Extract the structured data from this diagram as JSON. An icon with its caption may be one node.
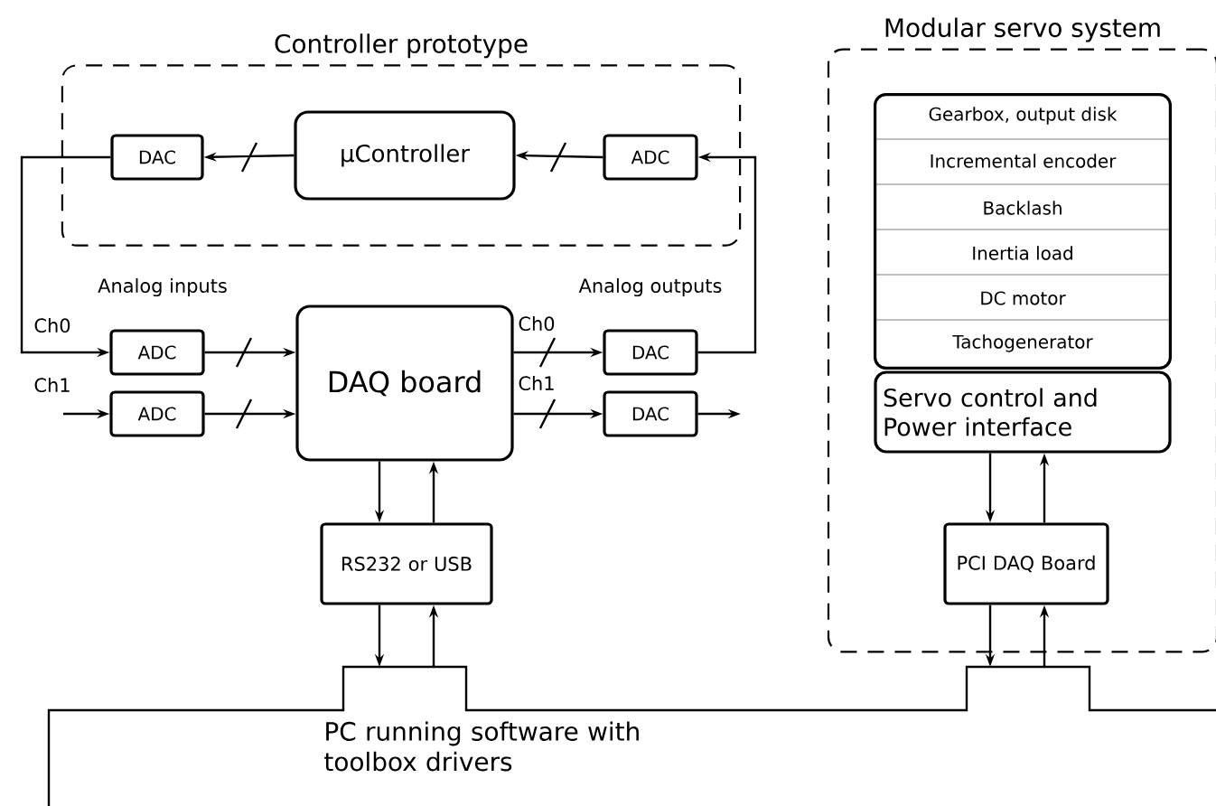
{
  "diagram": {
    "nodes": [
      {
        "text": [
          "Controller prototype"
        ]
      },
      {
        "text": [
          "DAC"
        ],
        "in": 0
      },
      {
        "text": [
          "µController"
        ],
        "in": 0
      },
      {
        "text": [
          "ADC"
        ],
        "in": 0
      },
      {
        "text": [
          "ADC"
        ]
      },
      {
        "text": [
          "ADC"
        ]
      },
      {
        "text": [
          "DAQ board"
        ]
      },
      {
        "text": [
          "DAC"
        ]
      },
      {
        "text": [
          "DAC"
        ]
      },
      {
        "text": [
          "RS232 or USB"
        ]
      },
      {
        "text": [
          "Modular servo system"
        ]
      },
      {
        "text": [],
        "shape": "box",
        "in": 10
      },
      {
        "text": [
          "Gearbox, output disk"
        ],
        "in": 11
      },
      {
        "text": [
          "Incremental encoder"
        ],
        "in": 11
      },
      {
        "text": [
          "Backlash"
        ],
        "in": 11
      },
      {
        "text": [
          "Inertia load"
        ],
        "in": 11
      },
      {
        "text": [
          "DC motor"
        ],
        "in": 11
      },
      {
        "text": [
          "Tachogenerator"
        ],
        "in": 11
      },
      {
        "text": [
          "Servo control and Power interface"
        ],
        "in": 10
      },
      {
        "text": [
          "PCI DAQ Board"
        ],
        "in": 10
      },
      {
        "text": [
          "PC running software with toolbox drivers"
        ]
      }
    ],
    "edges": [
      {
        "from": 2,
        "to": 1,
        "arrow": "to"
      },
      {
        "from": 3,
        "to": 2,
        "arrow": "to"
      },
      {
        "from": 7,
        "to": 3,
        "arrow": "to"
      },
      {
        "from": 1,
        "to": 4,
        "arrow": "to"
      },
      {
        "from": null,
        "to": 5,
        "arrow": "to"
      },
      {
        "from": 4,
        "to": 6,
        "arrow": "to"
      },
      {
        "from": 5,
        "to": 6,
        "arrow": "to"
      },
      {
        "from": 6,
        "to": 7,
        "arrow": "to"
      },
      {
        "from": 6,
        "to": 8,
        "arrow": "to"
      },
      {
        "from": 8,
        "to": null,
        "arrow": "to"
      },
      {
        "from": 6,
        "to": 9,
        "arrow": "to"
      },
      {
        "from": 9,
        "to": 6,
        "arrow": "to"
      },
      {
        "from": 9,
        "to": 20,
        "arrow": "to"
      },
      {
        "from": 20,
        "to": 9,
        "arrow": "to"
      },
      {
        "from": 18,
        "to": 19,
        "arrow": "to"
      },
      {
        "from": 19,
        "to": 18,
        "arrow": "to"
      },
      {
        "from": 19,
        "to": 20,
        "arrow": "to"
      },
      {
        "from": 20,
        "to": 19,
        "arrow": "to"
      }
    ],
    "labels": [
      "Analog inputs",
      "Analog outputs",
      "Ch0",
      "Ch0",
      "Ch1",
      "Ch1"
    ]
  }
}
